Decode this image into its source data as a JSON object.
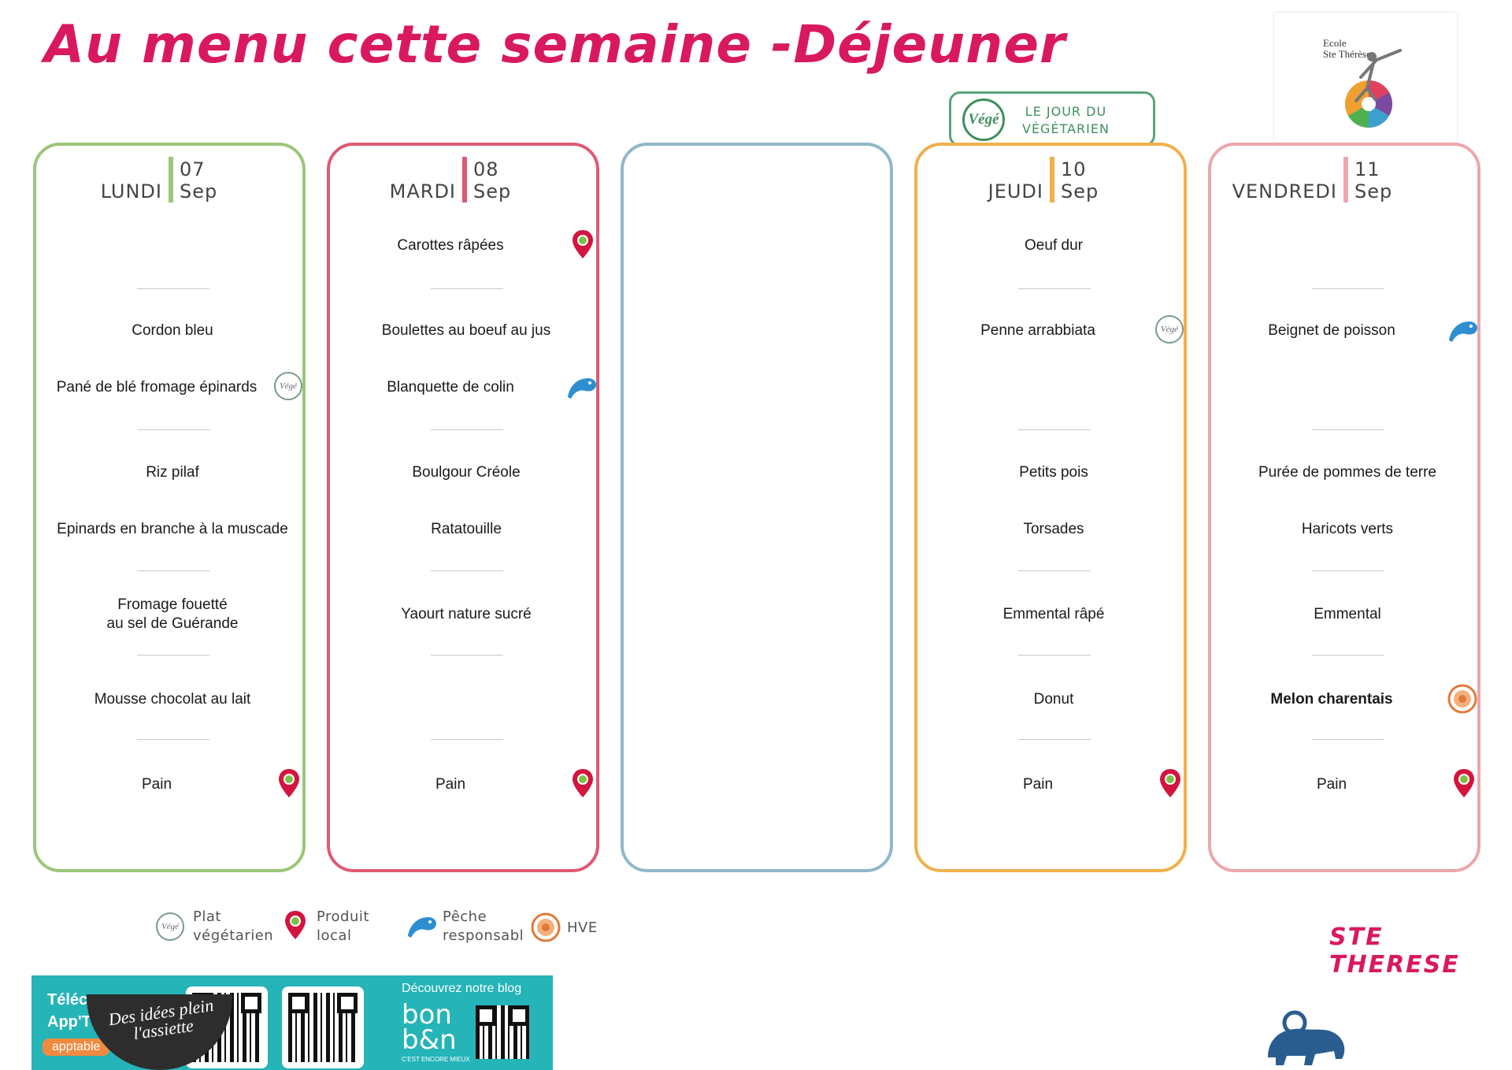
{
  "title": "Au menu cette semaine -Déjeuner",
  "logo": {
    "line1": "Ecole",
    "line2": "Ste Thérèse"
  },
  "vege_day": {
    "badge": "Végé",
    "line1": "LE JOUR DU",
    "line2": "VÉGÉTARIEN"
  },
  "days": [
    {
      "name": "LUNDI",
      "num": "07",
      "month": "Sep",
      "color": "#9cc67a",
      "items": [
        "",
        "Cordon bleu",
        "Pané de blé fromage épinards",
        "Riz pilaf",
        "Epinards en branche à la muscade",
        "Fromage fouetté\nau sel de Guérande",
        "Mousse chocolat au lait",
        "Pain"
      ]
    },
    {
      "name": "MARDI",
      "num": "08",
      "month": "Sep",
      "color": "#de5a74",
      "items": [
        "Carottes râpées",
        "Boulettes au boeuf au jus",
        "Blanquette de colin",
        "Boulgour Créole",
        "Ratatouille",
        "Yaourt nature sucré",
        "",
        "Pain"
      ]
    },
    {
      "name": "",
      "num": "",
      "month": "",
      "color": "#8fb8c8",
      "items": []
    },
    {
      "name": "JEUDI",
      "num": "10",
      "month": "Sep",
      "color": "#f0b04a",
      "items": [
        "Oeuf dur",
        "Penne arrabbiata",
        "",
        "Petits pois",
        "Torsades",
        "Emmental râpé",
        "Donut",
        "Pain"
      ]
    },
    {
      "name": "VENDREDI",
      "num": "11",
      "month": "Sep",
      "color": "#eba7ad",
      "items": [
        "",
        "Beignet de poisson",
        "",
        "Purée de pommes de terre",
        "Haricots verts",
        "Emmental",
        "Melon charentais",
        "Pain"
      ]
    }
  ],
  "legend": {
    "vege": {
      "line1": "Plat",
      "line2": "végétarien",
      "badge": "Végé"
    },
    "local": {
      "line1": "Produit",
      "line2": "local"
    },
    "peche": {
      "line1": "Pêche",
      "line2": "responsabl"
    },
    "hve": {
      "label": "HVE"
    }
  },
  "school": "STE THERESE",
  "banner": {
    "text1": "Téléc",
    "text2": "App'T",
    "app": "apptable",
    "blog": "Découvrez notre blog",
    "bonbon": "bon\nb&n",
    "mieux": "C'EST ENCORE MIEUX",
    "bowl": "Des idées plein l'assiette"
  },
  "colors": {
    "accent": "#d9195f",
    "pin": "#d3143f",
    "fish": "#2e8fd0",
    "hve": "#e07a3a"
  }
}
